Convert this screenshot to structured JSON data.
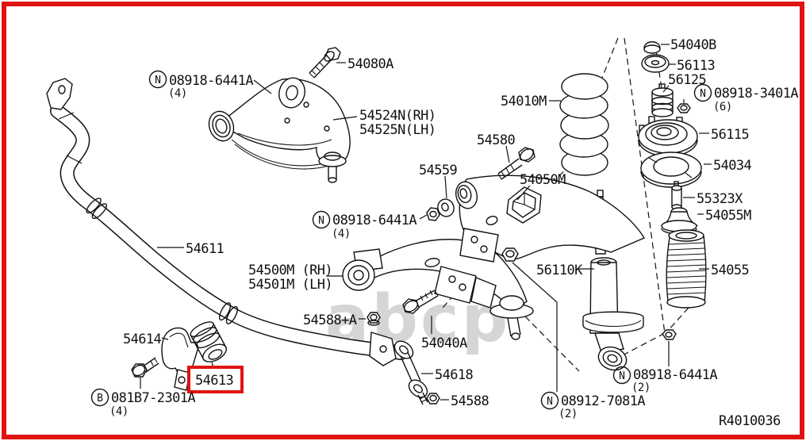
{
  "diagram": {
    "ref_code": "R4010036",
    "watermark": "abcp",
    "prefix_n": "N",
    "prefix_b": "B",
    "highlight_color": "#e01313",
    "border_color": "#e01313",
    "line_color": "#111111",
    "parts": {
      "upper_arm_bolt": "54080A",
      "upper_arm_nut": "08918-6441A",
      "upper_arm_nut_qty": "(4)",
      "upper_arm_rh": "54524N(RH)",
      "upper_arm_lh": "54525N(LH)",
      "coil_spring": "54010M",
      "piston_rod_nut": "54040B",
      "mount_washer": "56113",
      "mount_insulator": "56125",
      "mount_nut": "08918-3401A",
      "mount_nut_qty": "(6)",
      "strut_mount": "56115",
      "spring_seat": "54034",
      "rebound_bumper": "55323X",
      "bump_rubber": "54055M",
      "dust_boot": "54055",
      "arm_bolt": "54580",
      "arm_washer": "54559",
      "spring_lower_seat": "54050M",
      "lower_arm_nut": "08918-6441A",
      "lower_arm_nut_qty": "(4)",
      "stabilizer_bar": "54611",
      "lower_arm_rh": "54500M (RH)",
      "lower_arm_lh": "54501M (LH)",
      "shock_absorber": "56110K",
      "link_upper_nut": "54588+A",
      "lower_arm_bolt": "54040A",
      "stab_clamp": "54614",
      "stab_bushing": "54613",
      "clamp_bolt": "081B7-2301A",
      "clamp_bolt_qty": "(4)",
      "stab_link": "54618",
      "link_lower_nut": "54588",
      "balljoint_nut": "08912-7081A",
      "balljoint_nut_qty": "(2)",
      "shock_eye_nut": "08918-6441A",
      "shock_eye_nut_qty": "(2)"
    }
  }
}
